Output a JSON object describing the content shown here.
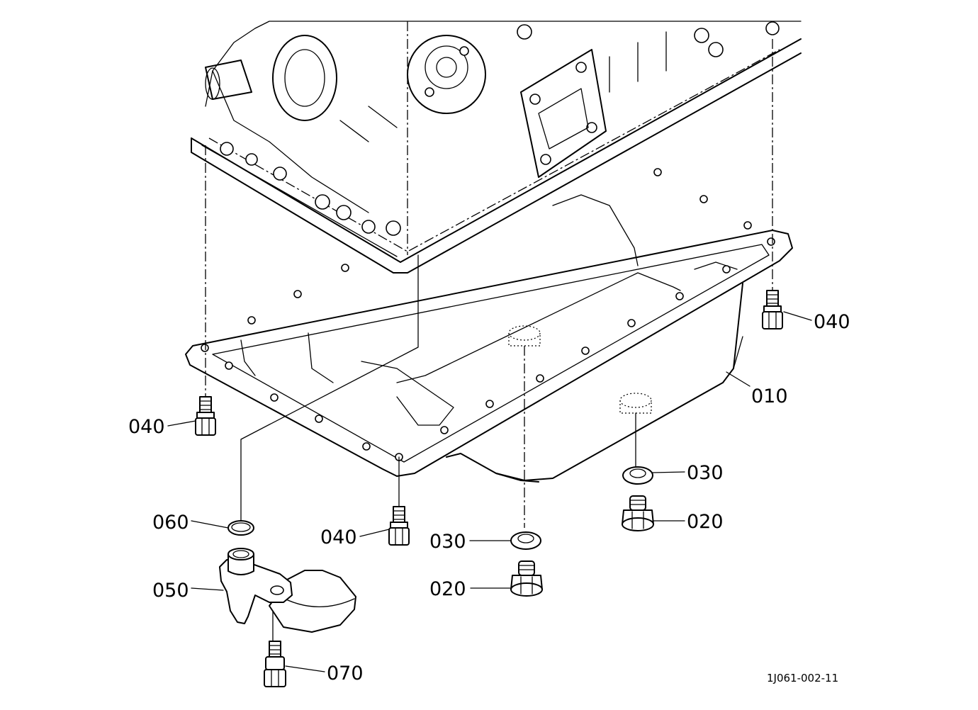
{
  "callouts": {
    "c010": "010",
    "c020_right": "020",
    "c020_center": "020",
    "c030_right": "030",
    "c030_center": "030",
    "c040_right": "040",
    "c040_left": "040",
    "c040_center": "040",
    "c050": "050",
    "c060": "060",
    "c070": "070"
  },
  "reference_code": "1J061-002-11",
  "parts": [
    "oil-pan",
    "drain-plug",
    "gasket-washer",
    "bolt",
    "oil-strainer",
    "o-ring",
    "strainer-bolt"
  ]
}
